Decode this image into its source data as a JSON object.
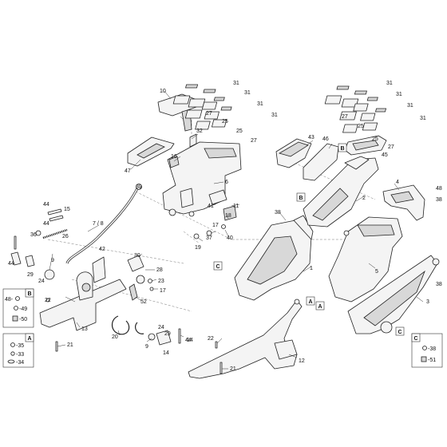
{
  "labels": {
    "n1": "1",
    "n2": "2",
    "n3": "3",
    "n4": "4",
    "n5": "5",
    "n6": "6",
    "n7_8": "7 / 8",
    "n9a": "9",
    "n9b": "9",
    "n10": "10",
    "n11": "11",
    "n12": "12",
    "n13": "13",
    "n14a": "14",
    "n14b": "14",
    "n15": "15",
    "n16": "16",
    "n17": "17",
    "n18": "18",
    "n19": "19",
    "n20": "20",
    "n21a": "21",
    "n21b": "21",
    "n22a": "22",
    "n22b": "22",
    "n23": "23",
    "n24a": "24",
    "n24b": "24",
    "n25a": "25",
    "n25b": "25",
    "n25c": "25",
    "n26": "26",
    "n27a": "27",
    "n27b": "27",
    "n27c": "27",
    "n27d": "27",
    "n28": "28",
    "n29a": "29",
    "n29b": "29",
    "n30": "30",
    "n31a": "31",
    "n31b": "31",
    "n31c": "31",
    "n31d": "31",
    "n31e": "31",
    "n31f": "31",
    "n31g": "31",
    "n31h": "31",
    "n32": "32",
    "n36": "36",
    "n37": "37",
    "n38a": "38",
    "n38b": "38",
    "n39": "39",
    "n40": "40",
    "n41": "41",
    "n42": "42",
    "n43": "43",
    "n44a": "44",
    "n44b": "44",
    "n44c": "44",
    "n45": "45",
    "n46": "46",
    "n47": "47",
    "n48": "48",
    "n52": "52"
  },
  "refs": {
    "ref_b_top": "B",
    "ref_b_mid": "B",
    "ref_c_mid": "C",
    "ref_a_1": "A",
    "ref_a_2": "A",
    "ref_c_right": "C"
  },
  "legend_b": {
    "tag": "B",
    "item_48": "48-",
    "item_49": "-49",
    "item_50": "-50"
  },
  "legend_a": {
    "tag": "A",
    "item_35": "-35",
    "item_33": "-33",
    "item_34": "-34"
  },
  "legend_c": {
    "tag": "C",
    "item_38": "-38",
    "item_51": "-51"
  }
}
